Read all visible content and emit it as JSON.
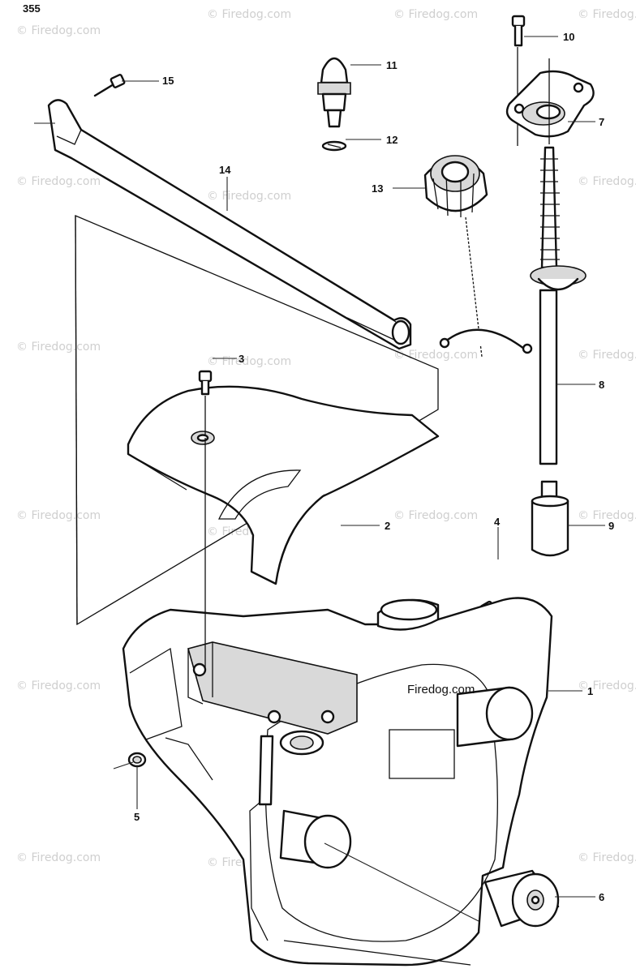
{
  "page_number": "355",
  "watermark": "© Firedog.com",
  "brand_label": "Firedog.com",
  "callouts": [
    "1",
    "2",
    "3",
    "4",
    "5",
    "6",
    "7",
    "8",
    "9",
    "10",
    "11",
    "12",
    "13",
    "14",
    "15"
  ],
  "colors": {
    "line": "#111111",
    "shade": "#d9d9d9",
    "watermark": "#cfcfcf"
  }
}
